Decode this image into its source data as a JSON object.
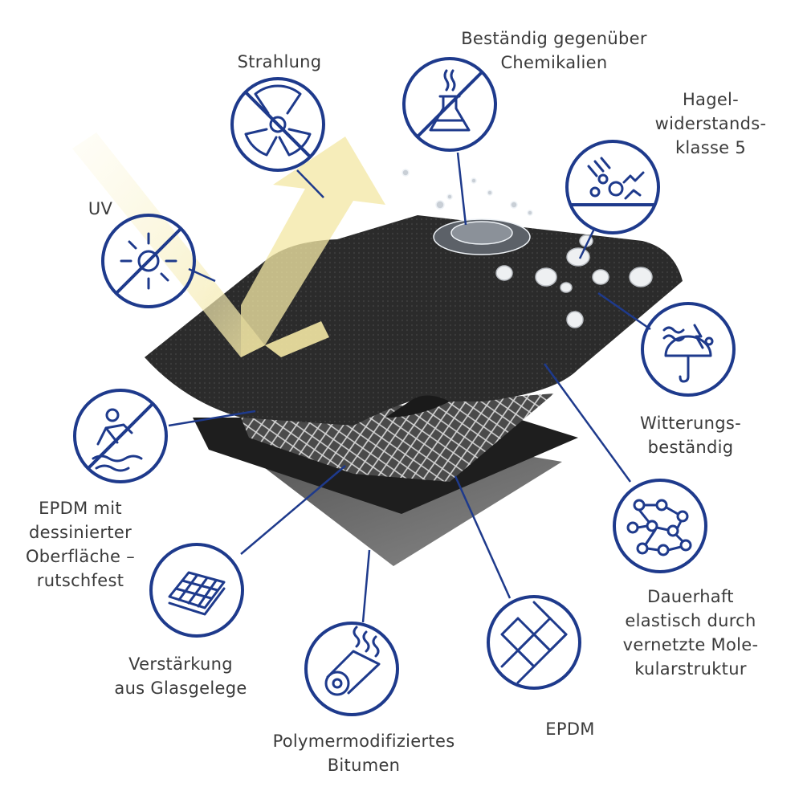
{
  "labels": {
    "strahlung": "Strahlung",
    "chemikalien": [
      "Beständig gegenüber",
      "Chemikalien"
    ],
    "hagel": [
      "Hagel-",
      "widerstands-",
      "klasse 5"
    ],
    "uv": "UV",
    "witterung": [
      "Witterungs-",
      "beständig"
    ],
    "epdm_surface": [
      "EPDM mit",
      "dessinierter",
      "Oberfläche –",
      "rutschfest"
    ],
    "dauerhaft": [
      "Dauerhaft",
      "elastisch durch",
      "vernetzte Mole-",
      "kularstruktur"
    ],
    "verstaerkung": [
      "Verstärkung",
      "aus Glasgelege"
    ],
    "bitumen": [
      "Polymermodifiziertes",
      "Bitumen"
    ],
    "epdm": "EPDM"
  },
  "icons": [
    "radiation-icon",
    "chemical-flask-icon",
    "hail-icon",
    "sun-uv-icon",
    "weather-umbrella-icon",
    "slip-resistant-icon",
    "molecular-structure-icon",
    "glass-mesh-icon",
    "bitumen-roll-icon",
    "epdm-pattern-icon"
  ],
  "colors": {
    "icon": "#1e3a8c",
    "membrane_top": "#2a2a2a",
    "membrane_bottom": "#6b6b6b",
    "light_beam": "#f5ecb0"
  }
}
